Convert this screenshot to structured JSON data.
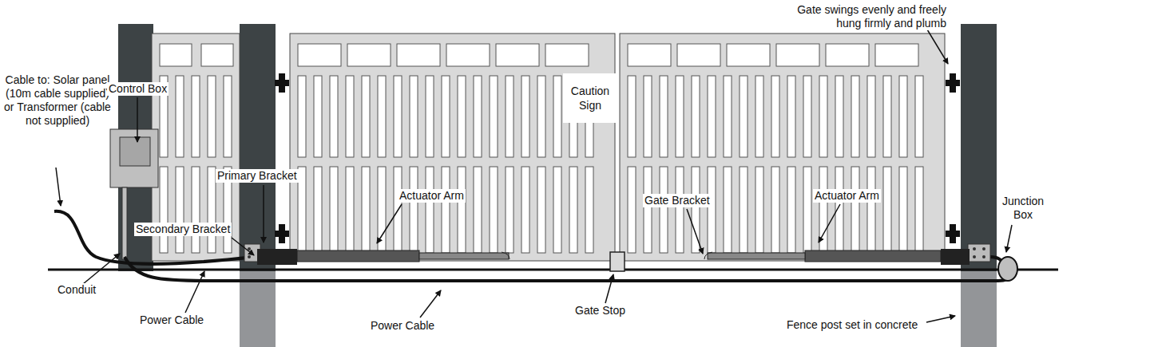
{
  "diagram": {
    "nodes": [
      {
        "text": [
          "Caution Sign"
        ]
      }
    ],
    "labels": [
      "Gate swings evenly and freely hung firmly and plumb",
      "Cable to: Solar panel (10m cable supplied) or Transformer (cable not supplied)",
      "Control Box",
      "Secondary Bracket",
      "Primary Bracket",
      "Actuator Arm",
      "Gate Bracket",
      "Actuator Arm",
      "Junction Box",
      "Conduit",
      "Power Cable",
      "Power Cable",
      "Gate Stop",
      "Fence post set in concrete"
    ]
  }
}
